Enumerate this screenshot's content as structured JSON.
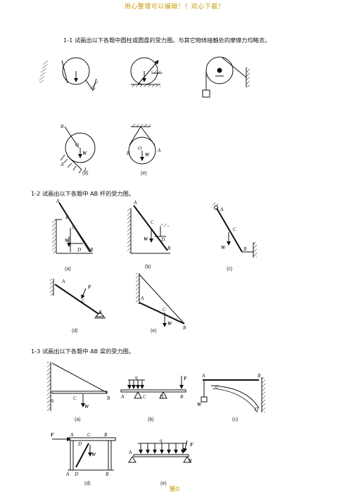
{
  "header": "用心整理可以编辑！！欢心下载！",
  "q1": {
    "title": "1-1 试画出以下各题中圆柱或圆盘的受力图。与其它物体接触处的摩擦力均略去。",
    "captions": [
      "(d)",
      "(e)"
    ]
  },
  "q2": {
    "title": "1-2 试画出以下各题中 AB 杆的受力图。",
    "captions": [
      "(a)",
      "(b)",
      "(c)",
      "(d)",
      "(e)"
    ]
  },
  "q3": {
    "title": "1-3 试画出以下各题中 AB 梁的受力图。",
    "captions": [
      "(a)",
      "(b)",
      "(c)",
      "(d)",
      "(e)"
    ]
  },
  "footer": "第0"
}
